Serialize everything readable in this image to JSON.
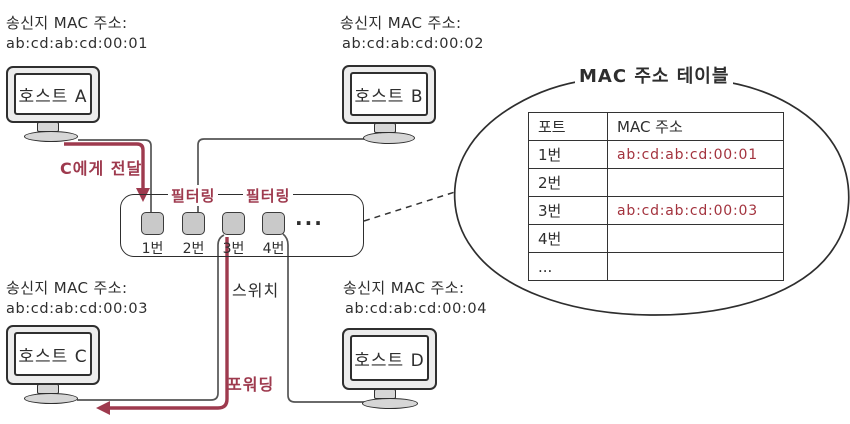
{
  "colors": {
    "ink": "#2e2e2e",
    "accent_red": "#9e3a4e",
    "red_text": "#a3333e",
    "port_fill": "#c9c9c9",
    "bezel_fill": "#ececec",
    "stand_fill": "#d6d6d6"
  },
  "hosts": {
    "a": {
      "name": "호스트 A",
      "src_label": "송신지 MAC 주소:",
      "mac": "ab:cd:ab:cd:00:01"
    },
    "b": {
      "name": "호스트 B",
      "src_label": "송신지 MAC 주소:",
      "mac": "ab:cd:ab:cd:00:02"
    },
    "c": {
      "name": "호스트 C",
      "src_label": "송신지 MAC 주소:",
      "mac": "ab:cd:ab:cd:00:03"
    },
    "d": {
      "name": "호스트 D",
      "src_label": "송신지 MAC 주소:",
      "mac": "ab:cd:ab:cd:00:04"
    }
  },
  "switch": {
    "label": "스위치",
    "ports": [
      "1번",
      "2번",
      "3번",
      "4번"
    ],
    "more_ports": "...",
    "filtering_label": "필터링"
  },
  "annotations": {
    "deliver_to_c": "C에게 전달",
    "forwarding": "포워딩"
  },
  "mac_table": {
    "title": "MAC 주소 테이블",
    "headers": [
      "포트",
      "MAC 주소"
    ],
    "rows": [
      {
        "port": "1번",
        "mac": "ab:cd:ab:cd:00:01"
      },
      {
        "port": "2번",
        "mac": ""
      },
      {
        "port": "3번",
        "mac": "ab:cd:ab:cd:00:03"
      },
      {
        "port": "4번",
        "mac": ""
      },
      {
        "port": "...",
        "mac": ""
      }
    ]
  }
}
